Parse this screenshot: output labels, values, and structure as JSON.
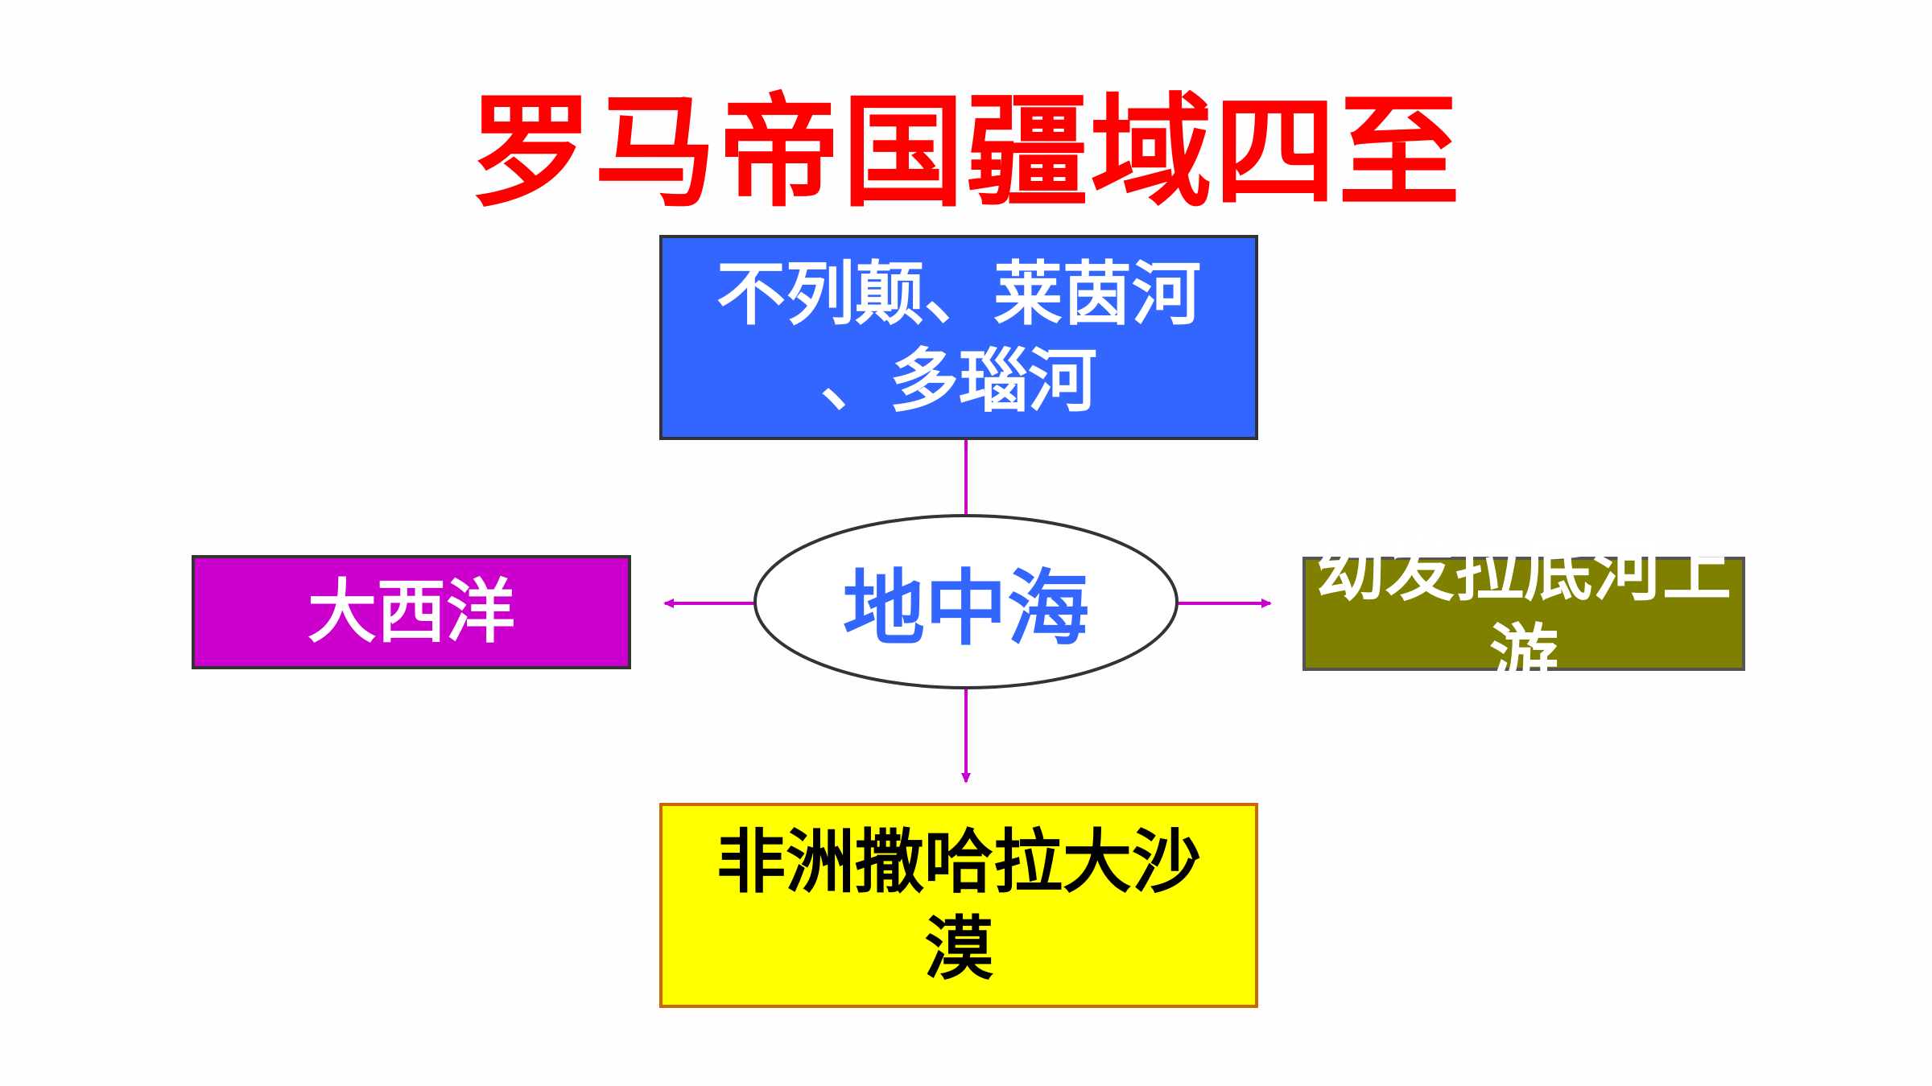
{
  "title": "罗马帝国疆域四至",
  "center": {
    "label": "地中海"
  },
  "north": {
    "line1": "不列颠、莱茵河",
    "line2": "、多瑙河"
  },
  "west": {
    "label": "大西洋"
  },
  "east": {
    "label": "幼发拉底河上游"
  },
  "south": {
    "line1": "非洲撒哈拉大沙",
    "line2": "漠"
  },
  "colors": {
    "title": "#ff0000",
    "north_fill": "#3366ff",
    "west_fill": "#cc00cc",
    "east_fill": "#808000",
    "south_fill": "#ffff00",
    "center_text": "#3366ff",
    "connector": "#cc00cc"
  }
}
